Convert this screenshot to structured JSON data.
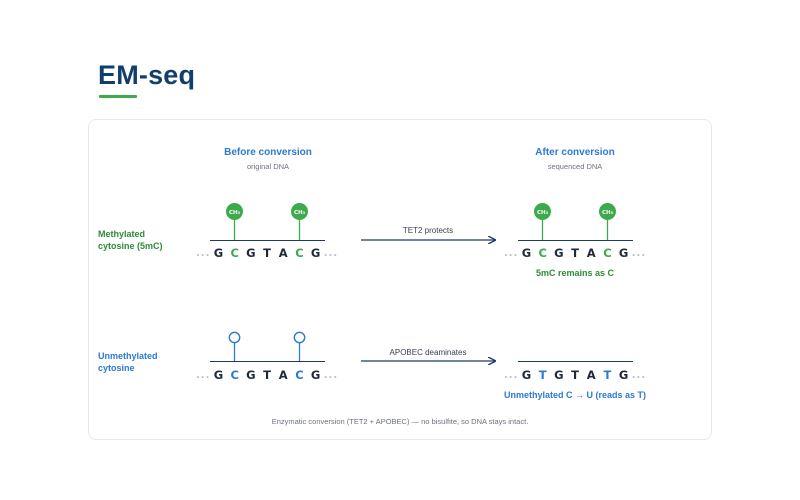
{
  "title": "EM-seq",
  "columns": {
    "before": {
      "heading": "Before conversion",
      "sub": "original DNA"
    },
    "after": {
      "heading": "After conversion",
      "sub": "sequenced DNA"
    }
  },
  "rows": {
    "methylated": {
      "label_line1": "Methylated",
      "label_line2": "cytosine (5mC)",
      "before_seq": [
        "G",
        "C",
        "G",
        "T",
        "A",
        "C",
        "G"
      ],
      "after_seq": [
        "G",
        "C",
        "G",
        "T",
        "A",
        "C",
        "G"
      ],
      "arrow_label": "TET2 protects",
      "note": "5mC remains as C",
      "marker_label": "CH₃"
    },
    "unmethylated": {
      "label_line1": "Unmethylated",
      "label_line2": "cytosine",
      "before_seq": [
        "G",
        "C",
        "G",
        "T",
        "A",
        "C",
        "G"
      ],
      "after_seq": [
        "G",
        "T",
        "G",
        "T",
        "A",
        "T",
        "G"
      ],
      "arrow_label": "APOBEC deaminates",
      "note": "Unmethylated C → U (reads as T)"
    }
  },
  "ellipsis": "...",
  "footer": "Enzymatic conversion (TET2 + APOBEC) — no bisulfite, so DNA stays intact.",
  "colors": {
    "navy": "#123e6e",
    "green": "#3daa4c",
    "blue": "#2c7ad2"
  }
}
